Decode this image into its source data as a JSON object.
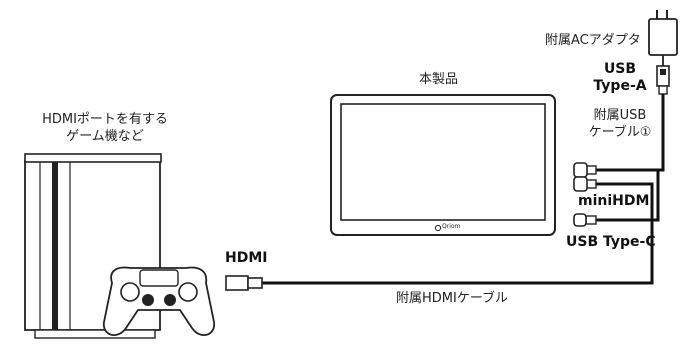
{
  "labels": {
    "ac_adapter": "附属ACアダプタ",
    "usb_type_a_line1": "USB",
    "usb_type_a_line2": "Type-A",
    "product": "本製品",
    "usb_cable_line1": "附属USB",
    "usb_cable_line2": "ケーブル①",
    "console_line1": "HDMIポートを有する",
    "console_line2": "ゲーム機など",
    "mini_hdmi": "miniHDMI",
    "usb_type_c": "USB Type-C",
    "hdmi": "HDMI",
    "hdmi_cable": "附属HDMIケーブル",
    "brand": "Qriom"
  }
}
